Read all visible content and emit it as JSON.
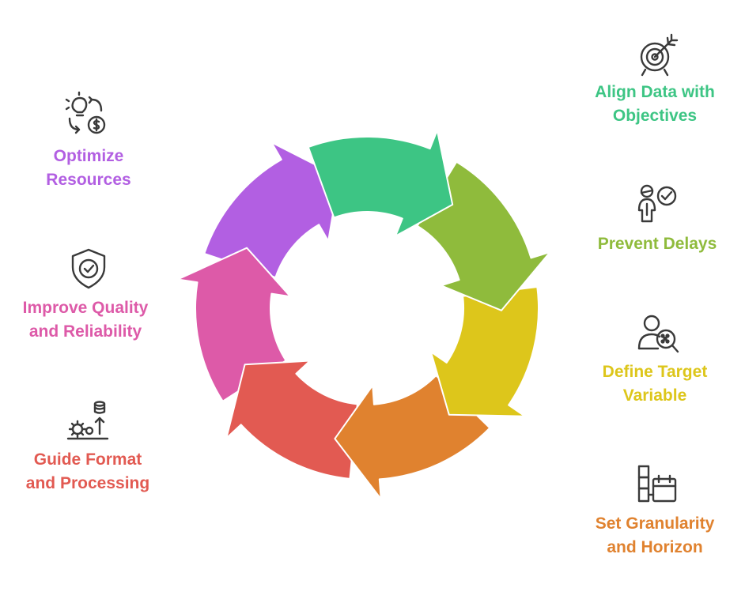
{
  "colors": {
    "align": "#3dc584",
    "delays": "#8fbb3c",
    "target": "#ddc61b",
    "granularity": "#e0822f",
    "format": "#e25a52",
    "quality": "#dd5aa8",
    "resources": "#b25fe2",
    "icon_stroke": "#3a3a3a"
  },
  "cycle": [
    {
      "id": "align",
      "color": "#3dc584"
    },
    {
      "id": "delays",
      "color": "#8fbb3c"
    },
    {
      "id": "target",
      "color": "#ddc61b"
    },
    {
      "id": "granularity",
      "color": "#e0822f"
    },
    {
      "id": "format",
      "color": "#e25a52"
    },
    {
      "id": "quality",
      "color": "#dd5aa8"
    },
    {
      "id": "resources",
      "color": "#b25fe2"
    }
  ],
  "items": {
    "align": {
      "label": "Align Data with\nObjectives",
      "icon": "target-arrow-icon"
    },
    "delays": {
      "label": "Prevent Delays",
      "icon": "person-check-icon"
    },
    "target": {
      "label": "Define Target\nVariable",
      "icon": "person-search-icon"
    },
    "granularity": {
      "label": "Set Granularity\nand Horizon",
      "icon": "blocks-calendar-icon"
    },
    "format": {
      "label": "Guide Format\nand Processing",
      "icon": "gears-database-icon"
    },
    "quality": {
      "label": "Improve Quality\nand Reliability",
      "icon": "shield-check-icon"
    },
    "resources": {
      "label": "Optimize\nResources",
      "icon": "bulb-cycle-money-icon"
    }
  }
}
